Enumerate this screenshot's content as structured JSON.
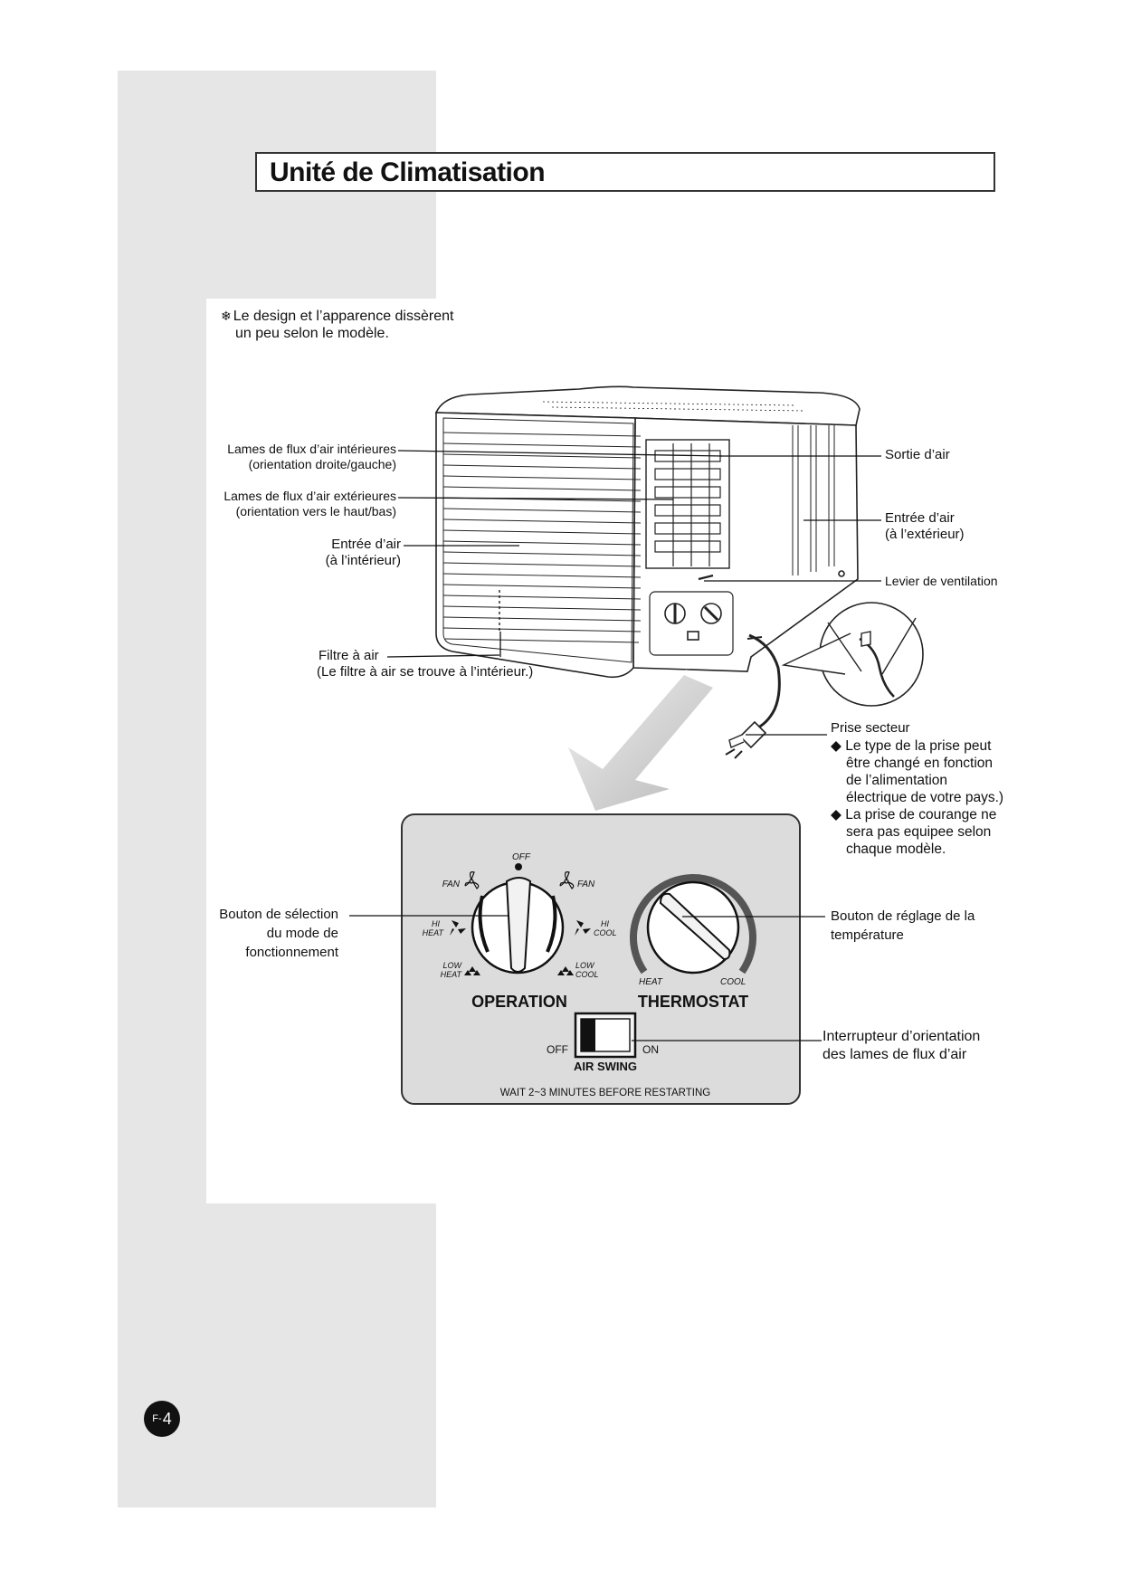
{
  "page": {
    "title": "Unité de Climatisation",
    "note_line1": "Le design et l’apparence dissèrent",
    "note_line2": "un peu selon le modèle.",
    "page_prefix": "F-",
    "page_number": "4"
  },
  "callouts": {
    "inner_louvers": {
      "line1": "Lames de flux d’air intérieures",
      "line2": "(orientation droite/gauche)"
    },
    "outer_louvers": {
      "line1": "Lames de flux d’air extérieures",
      "line2": "(orientation vers le haut/bas)"
    },
    "air_inlet_inside": {
      "line1": "Entrée d’air",
      "line2": "(à l’intérieur)"
    },
    "air_filter": {
      "line1": "Filtre à air",
      "line2": "(Le filtre à air se trouve à l’intérieur.)"
    },
    "air_outlet": {
      "line1": "Sortie d’air"
    },
    "air_inlet_outside": {
      "line1": "Entrée d’air",
      "line2": "(à l’extérieur)"
    },
    "vent_lever": {
      "line1": "Levier de ventilation"
    },
    "power_plug": {
      "line1": "Prise secteur",
      "bullet1": [
        "Le type de la prise peut",
        "être changé en fonction",
        "de l’alimentation",
        "électrique de votre pays.)"
      ],
      "bullet2": [
        "La prise de courange ne",
        "sera pas equipee selon",
        "chaque modèle."
      ]
    },
    "mode_knob": {
      "line1": "Bouton de sélection",
      "line2": "du mode de",
      "line3": "fonctionnement"
    },
    "temp_knob": {
      "line1": "Bouton de réglage de la",
      "line2": "température"
    },
    "swing_switch": {
      "line1": "Interrupteur d’orientation",
      "line2": "des lames de flux d’air"
    }
  },
  "panel": {
    "off": "OFF",
    "fan_left": "FAN",
    "fan_right": "FAN",
    "hi": "HI",
    "heat": "HEAT",
    "cool": "COOL",
    "low": "LOW",
    "operation": "OPERATION",
    "thermostat": "THERMOSTAT",
    "thermo_heat": "HEAT",
    "thermo_cool": "COOL",
    "switch_off": "OFF",
    "switch_on": "ON",
    "air_swing": "AIR SWING",
    "wait": "WAIT 2~3 MINUTES BEFORE RESTARTING"
  }
}
